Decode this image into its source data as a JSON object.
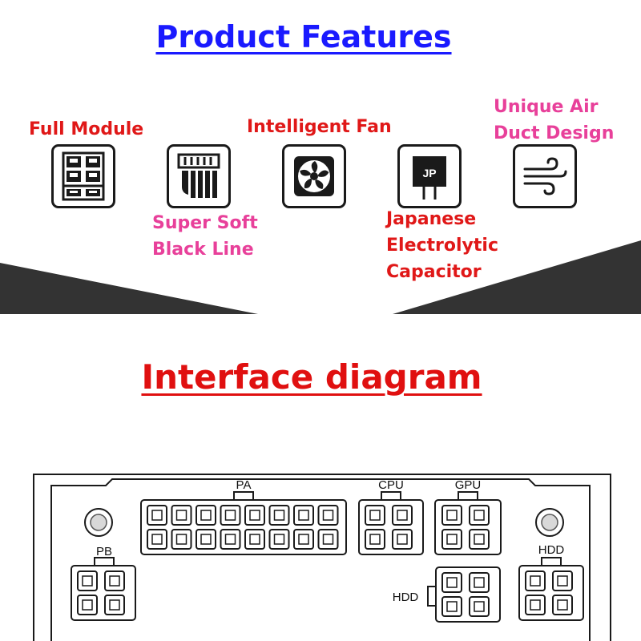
{
  "features": {
    "title": "Product Features",
    "items": [
      {
        "label": "Full Module",
        "icon": "module-grid-icon"
      },
      {
        "label_lines": [
          "Super Soft",
          "Black Line"
        ],
        "icon": "flat-cable-icon"
      },
      {
        "label": "Intelligent Fan",
        "icon": "fan-icon"
      },
      {
        "label_lines": [
          "Japanese",
          "Electrolytic",
          "Capacitor"
        ],
        "icon": "capacitor-icon",
        "chip_text": "JP"
      },
      {
        "label_lines": [
          "Unique Air",
          "Duct Design"
        ],
        "icon": "airflow-icon"
      }
    ]
  },
  "interface": {
    "title": "Interface diagram",
    "connectors": {
      "pa": "PA",
      "cpu": "CPU",
      "gpu": "GPU",
      "pb": "PB",
      "hdd_center": "HDD",
      "hdd_right": "HDD"
    }
  },
  "colors": {
    "heading_blue": "#1a1aff",
    "heading_red": "#e01010",
    "label_red": "#e01818",
    "label_pink": "#e8409a",
    "band_dark": "#333333"
  }
}
